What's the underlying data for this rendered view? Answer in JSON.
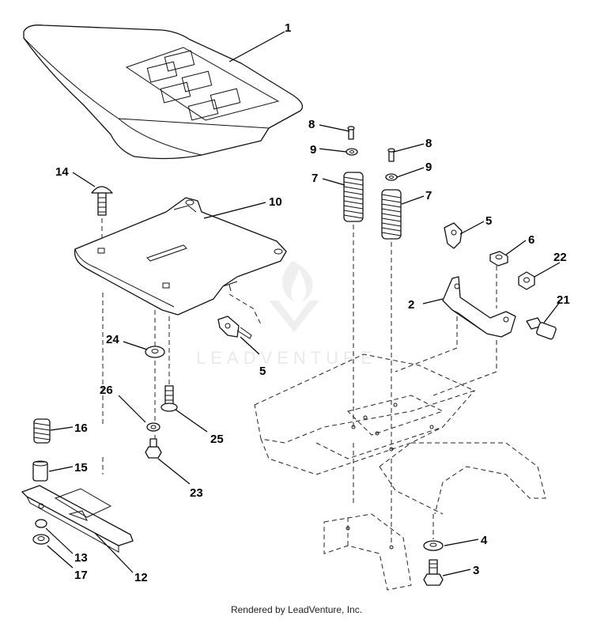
{
  "callouts": [
    {
      "id": "c1",
      "label": "1"
    },
    {
      "id": "c2",
      "label": "2"
    },
    {
      "id": "c3",
      "label": "3"
    },
    {
      "id": "c4",
      "label": "4"
    },
    {
      "id": "c5a",
      "label": "5"
    },
    {
      "id": "c5b",
      "label": "5"
    },
    {
      "id": "c6",
      "label": "6"
    },
    {
      "id": "c7a",
      "label": "7"
    },
    {
      "id": "c7b",
      "label": "7"
    },
    {
      "id": "c8a",
      "label": "8"
    },
    {
      "id": "c8b",
      "label": "8"
    },
    {
      "id": "c9a",
      "label": "9"
    },
    {
      "id": "c9b",
      "label": "9"
    },
    {
      "id": "c10",
      "label": "10"
    },
    {
      "id": "c12",
      "label": "12"
    },
    {
      "id": "c13",
      "label": "13"
    },
    {
      "id": "c14",
      "label": "14"
    },
    {
      "id": "c15",
      "label": "15"
    },
    {
      "id": "c16",
      "label": "16"
    },
    {
      "id": "c17",
      "label": "17"
    },
    {
      "id": "c21",
      "label": "21"
    },
    {
      "id": "c22",
      "label": "22"
    },
    {
      "id": "c23",
      "label": "23"
    },
    {
      "id": "c24",
      "label": "24"
    },
    {
      "id": "c25",
      "label": "25"
    },
    {
      "id": "c26",
      "label": "26"
    }
  ],
  "watermark": {
    "text": "LEADVENTURE"
  },
  "footer": {
    "text": "Rendered by LeadVenture, Inc."
  }
}
